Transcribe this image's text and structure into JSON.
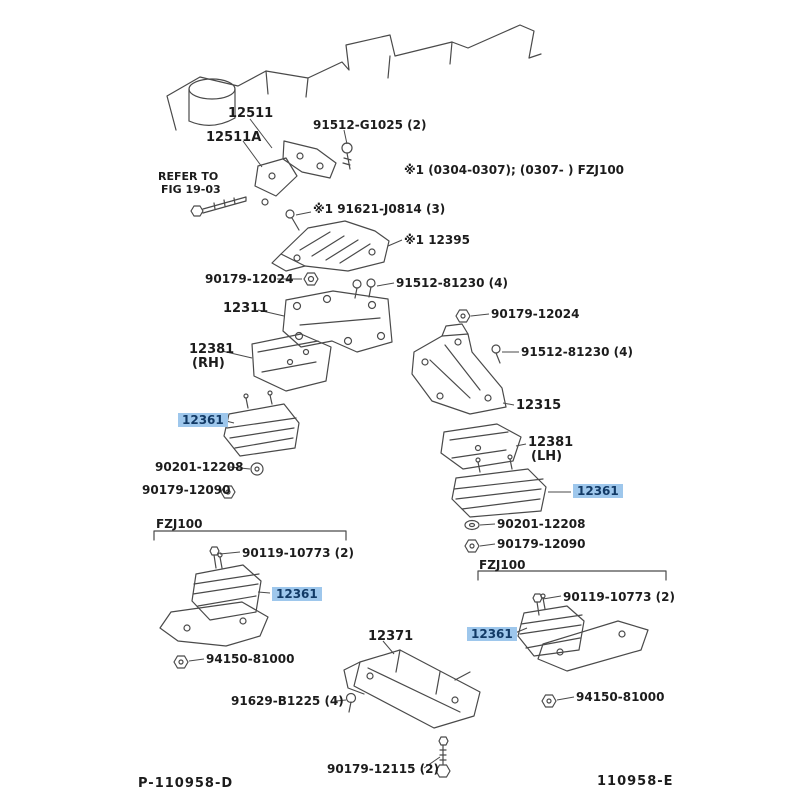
{
  "colors": {
    "line": "#4a4a4a",
    "highlight_bg": "#9ec7ec",
    "highlight_text": "#123a66",
    "text": "#1c1c1c"
  },
  "note_top": "※1 (0304-0307); (0307-     ) FZJ100",
  "labels": {
    "p12511": "12511",
    "p12511a": "12511A",
    "b91512_g1025": "91512-G1025 (2)",
    "refer1": "REFER TO",
    "refer2": "FIG 19-03",
    "b91621": "※1 91621-J0814 (3)",
    "p12395": "※1 12395",
    "w90179_12024_l": "90179-12024",
    "b91512_81230_l": "91512-81230 (4)",
    "p12311": "12311",
    "w90179_12024_r": "90179-12024",
    "b91512_81230_r": "91512-81230 (4)",
    "p12381_rh1": "12381",
    "p12381_rh2": "(RH)",
    "p12315": "12315",
    "hl12361_a": "12361",
    "p12381_lh1": "12381",
    "p12381_lh2": "(LH)",
    "hl12361_b": "12361",
    "w90201_l": "90201-12208",
    "n90179_12090_l": "90179-12090",
    "w90201_r": "90201-12208",
    "n90179_12090_r": "90179-12090",
    "fzj_l": "FZJ100",
    "b90119_l": "90119-10773 (2)",
    "hl12361_c": "12361",
    "fzj_r": "FZJ100",
    "b90119_r": "90119-10773 (2)",
    "hl12361_d": "12361",
    "p12371": "12371",
    "n94150_l": "94150-81000",
    "b91629": "91629-B1225 (4)",
    "n94150_r": "94150-81000",
    "b90179_12115": "90179-12115 (2)",
    "doc_left": "P-110958-D",
    "doc_right": "110958-E"
  }
}
